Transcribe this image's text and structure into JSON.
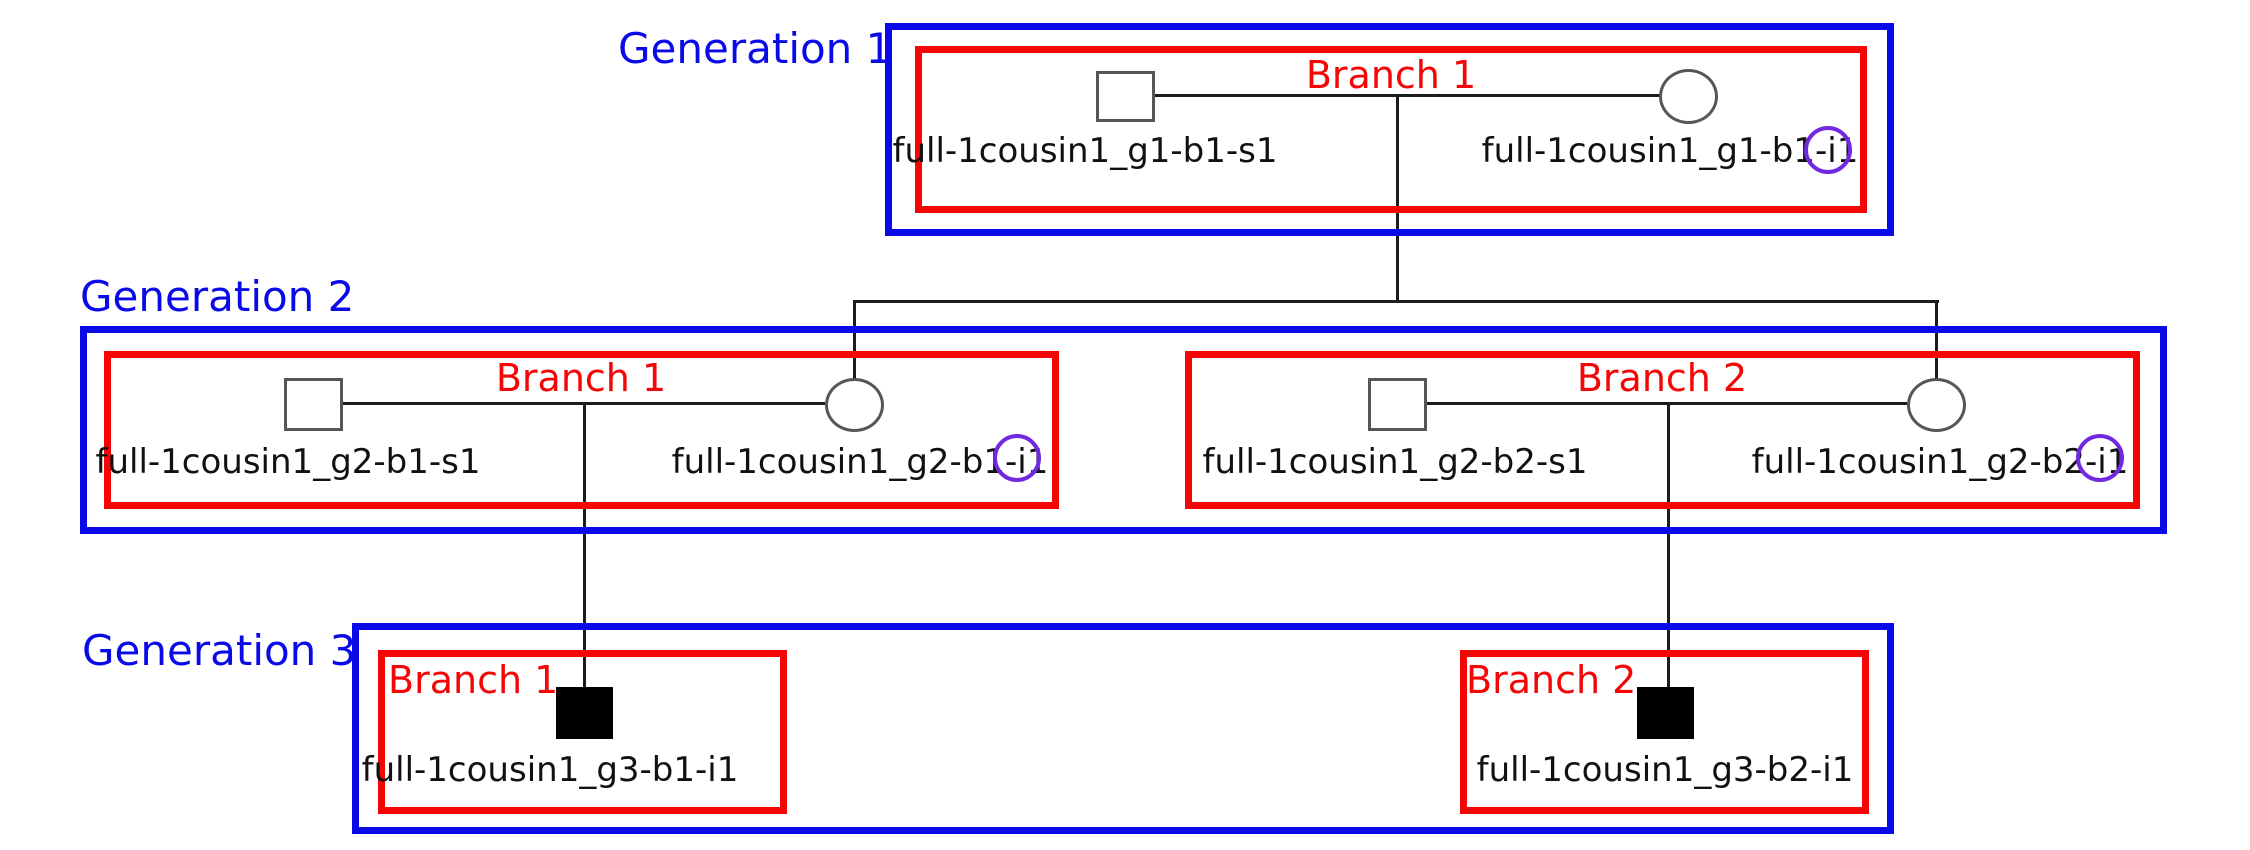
{
  "diagram_type": "pedigree-family-tree",
  "colors": {
    "generation_box": "#0a0ae8",
    "generation_text": "#0a0ae8",
    "branch_box": "#f40606",
    "branch_text": "#f40606",
    "connector_line": "#1c1c1c",
    "symbol_outline": "#565656",
    "affected_fill": "#000000",
    "proband_ring": "#7228e0",
    "label_text": "#111111"
  },
  "generations": [
    {
      "label": "Generation 1",
      "branches": [
        {
          "label": "Branch 1",
          "individuals": [
            {
              "id": "full-1cousin1_g1-b1-s1",
              "symbol": "square-unfilled",
              "role": "spouse",
              "proband": false
            },
            {
              "id": "full-1cousin1_g1-b1-i1",
              "symbol": "circle-unfilled",
              "role": "lineage-member",
              "proband": true
            }
          ]
        }
      ]
    },
    {
      "label": "Generation 2",
      "branches": [
        {
          "label": "Branch 1",
          "individuals": [
            {
              "id": "full-1cousin1_g2-b1-s1",
              "symbol": "square-unfilled",
              "role": "spouse",
              "proband": false
            },
            {
              "id": "full-1cousin1_g2-b1-i1",
              "symbol": "circle-unfilled",
              "role": "lineage-member",
              "proband": true
            }
          ]
        },
        {
          "label": "Branch 2",
          "individuals": [
            {
              "id": "full-1cousin1_g2-b2-s1",
              "symbol": "square-unfilled",
              "role": "spouse",
              "proband": false
            },
            {
              "id": "full-1cousin1_g2-b2-i1",
              "symbol": "circle-unfilled",
              "role": "lineage-member",
              "proband": true
            }
          ]
        }
      ]
    },
    {
      "label": "Generation 3",
      "branches": [
        {
          "label": "Branch 1",
          "individuals": [
            {
              "id": "full-1cousin1_g3-b1-i1",
              "symbol": "square-filled",
              "role": "lineage-member",
              "proband": false
            }
          ]
        },
        {
          "label": "Branch 2",
          "individuals": [
            {
              "id": "full-1cousin1_g3-b2-i1",
              "symbol": "square-filled",
              "role": "lineage-member",
              "proband": false
            }
          ]
        }
      ]
    }
  ]
}
